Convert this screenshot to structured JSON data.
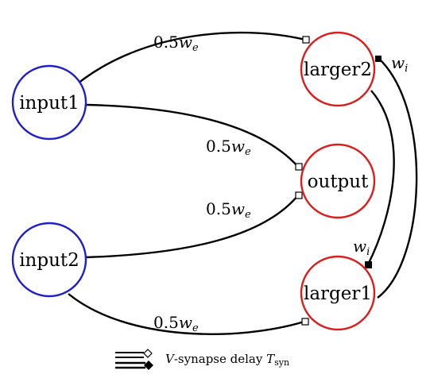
{
  "colors": {
    "input_stroke": "#1f1fcc",
    "neuron_stroke": "#dd1c1c",
    "edge": "#000000"
  },
  "nodes": {
    "input1": "input1",
    "input2": "input2",
    "larger2": "larger2",
    "output": "output",
    "larger1": "larger1"
  },
  "edge_labels": {
    "coef": "0.5",
    "we_main": "w",
    "we_sub": "e",
    "wi_main": "w",
    "wi_sub": "i"
  },
  "legend": {
    "v_label": "V",
    "text": "-synapse delay ",
    "t_main": "T",
    "t_sub": "syn"
  },
  "icons": {
    "excitatory": "open-diamond-terminal",
    "inhibitory": "filled-diamond-terminal"
  }
}
